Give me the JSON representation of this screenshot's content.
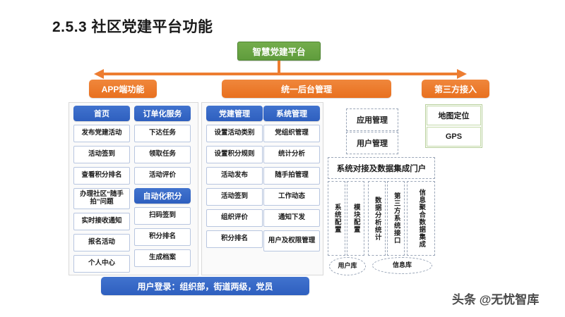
{
  "page_title": "2.5.3 社区党建平台功能",
  "root_node": {
    "label": "智慧党建平台",
    "color": "#5f9c3c"
  },
  "categories": {
    "app": "APP端功能",
    "backend": "统一后台管理",
    "third_party": "第三方接入",
    "color": "#ED7D31"
  },
  "columns": [
    {
      "header": "首页",
      "items": [
        "发布党建活动",
        "活动签到",
        "查看积分排名",
        "办理社区“随手拍”问题",
        "实时接收通知",
        "报名活动",
        "个人中心"
      ]
    },
    {
      "header": "订单化服务",
      "items": [
        "下达任务",
        "领取任务",
        "活动评价"
      ],
      "sub_header": "自动化积分",
      "sub_items": [
        "扫码签到",
        "积分排名",
        "生成档案"
      ]
    },
    {
      "header": "党建管理",
      "items": [
        "设置活动类别",
        "设置积分规则",
        "活动发布",
        "活动签到",
        "组织评价",
        "积分排名"
      ]
    },
    {
      "header": "系统管理",
      "items": [
        "党组织管理",
        "统计分析",
        "随手拍管理",
        "工作动态",
        "通知下发",
        "用户及权限管理"
      ]
    }
  ],
  "header_color": "#2E5FBF",
  "management": {
    "app_management": "应用管理",
    "user_management": "用户管理",
    "portal": "系统对接及数据集成门户",
    "vertical_items": [
      "系统配置",
      "模块配置",
      "数据分析统计",
      "第三方系统接口",
      "信息聚合数据集成"
    ],
    "databases": [
      "用户库",
      "信息库"
    ]
  },
  "third_party_items": [
    "地图定位",
    "GPS"
  ],
  "bottom_bar": "用户登录：组织部，街道两级，党员",
  "watermark": "头条 @无忧智库"
}
